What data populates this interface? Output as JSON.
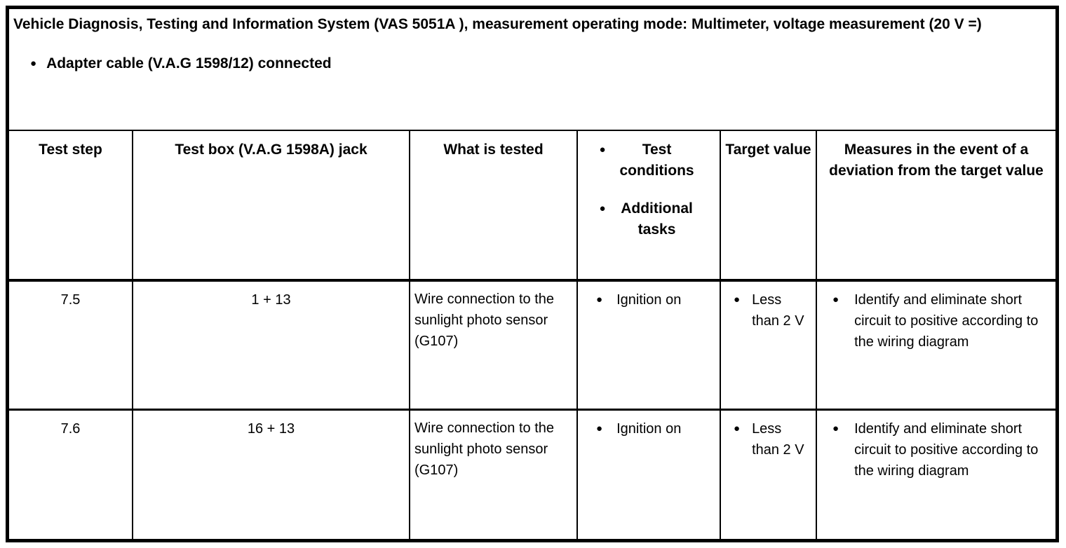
{
  "glyphs": {
    "bullet": "●"
  },
  "colors": {
    "border": "#000000",
    "background": "#ffffff",
    "text": "#000000"
  },
  "intro": {
    "title": "Vehicle Diagnosis, Testing and Information System (VAS 5051A ), measurement operating mode: Multimeter, voltage measurement (20 V =)",
    "bullet_item": "Adapter cable (V.A.G 1598/12) connected"
  },
  "table": {
    "headers": {
      "test_step": "Test step",
      "test_box": "Test box (V.A.G 1598A) jack",
      "what_tested": "What is tested",
      "conditions_bullets": [
        "Test conditions",
        "Additional tasks"
      ],
      "target_value": "Target value",
      "measures": "Measures in the event of a deviation from the target value"
    },
    "rows": [
      {
        "test_step": "7.5",
        "test_box": "1 + 13",
        "what_tested": "Wire connection to the sunlight photo sensor (G107)",
        "conditions": [
          "Ignition on"
        ],
        "target_value": [
          "Less than 2 V"
        ],
        "measures": [
          "Identify and eliminate short circuit to positive according to the wiring diagram"
        ]
      },
      {
        "test_step": "7.6",
        "test_box": "16 + 13",
        "what_tested": "Wire connection to the sunlight photo sensor (G107)",
        "conditions": [
          "Ignition on"
        ],
        "target_value": [
          "Less than 2 V"
        ],
        "measures": [
          "Identify and eliminate short circuit to positive according to the wiring diagram"
        ]
      }
    ]
  }
}
